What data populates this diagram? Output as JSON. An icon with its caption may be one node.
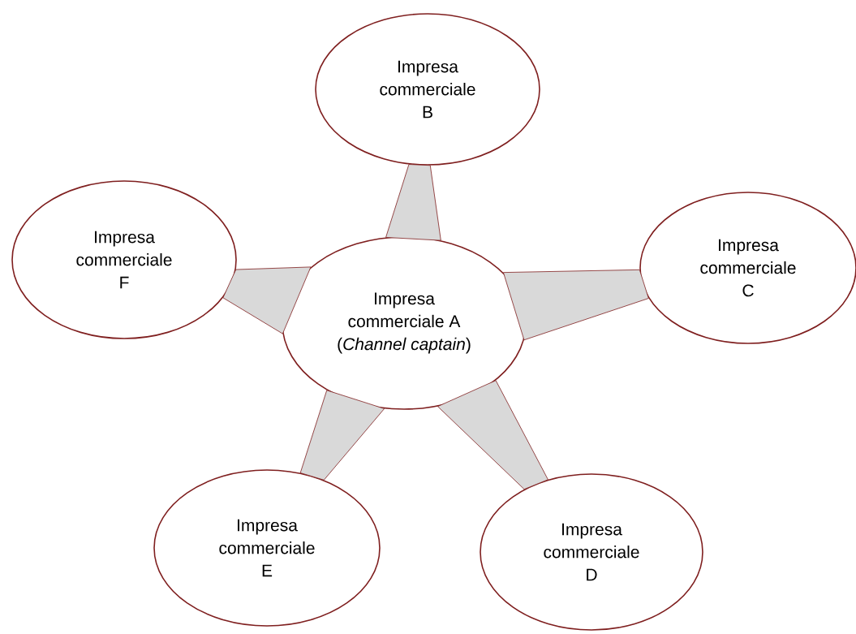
{
  "diagram": {
    "nodes": [
      {
        "text": [
          "Impresa commerciale A (*Channel captain*)"
        ]
      },
      {
        "text": [
          "Impresa commerciale B"
        ]
      },
      {
        "text": [
          "Impresa commerciale C"
        ]
      },
      {
        "text": [
          "Impresa commerciale D"
        ]
      },
      {
        "text": [
          "Impresa commerciale E"
        ]
      },
      {
        "text": [
          "Impresa commerciale F"
        ]
      }
    ],
    "edges": [
      {
        "from": 0,
        "to": 1,
        "arrow": "none"
      },
      {
        "from": 0,
        "to": 2,
        "arrow": "none"
      },
      {
        "from": 0,
        "to": 3,
        "arrow": "none"
      },
      {
        "from": 0,
        "to": 4,
        "arrow": "none"
      },
      {
        "from": 0,
        "to": 5,
        "arrow": "none"
      }
    ]
  }
}
